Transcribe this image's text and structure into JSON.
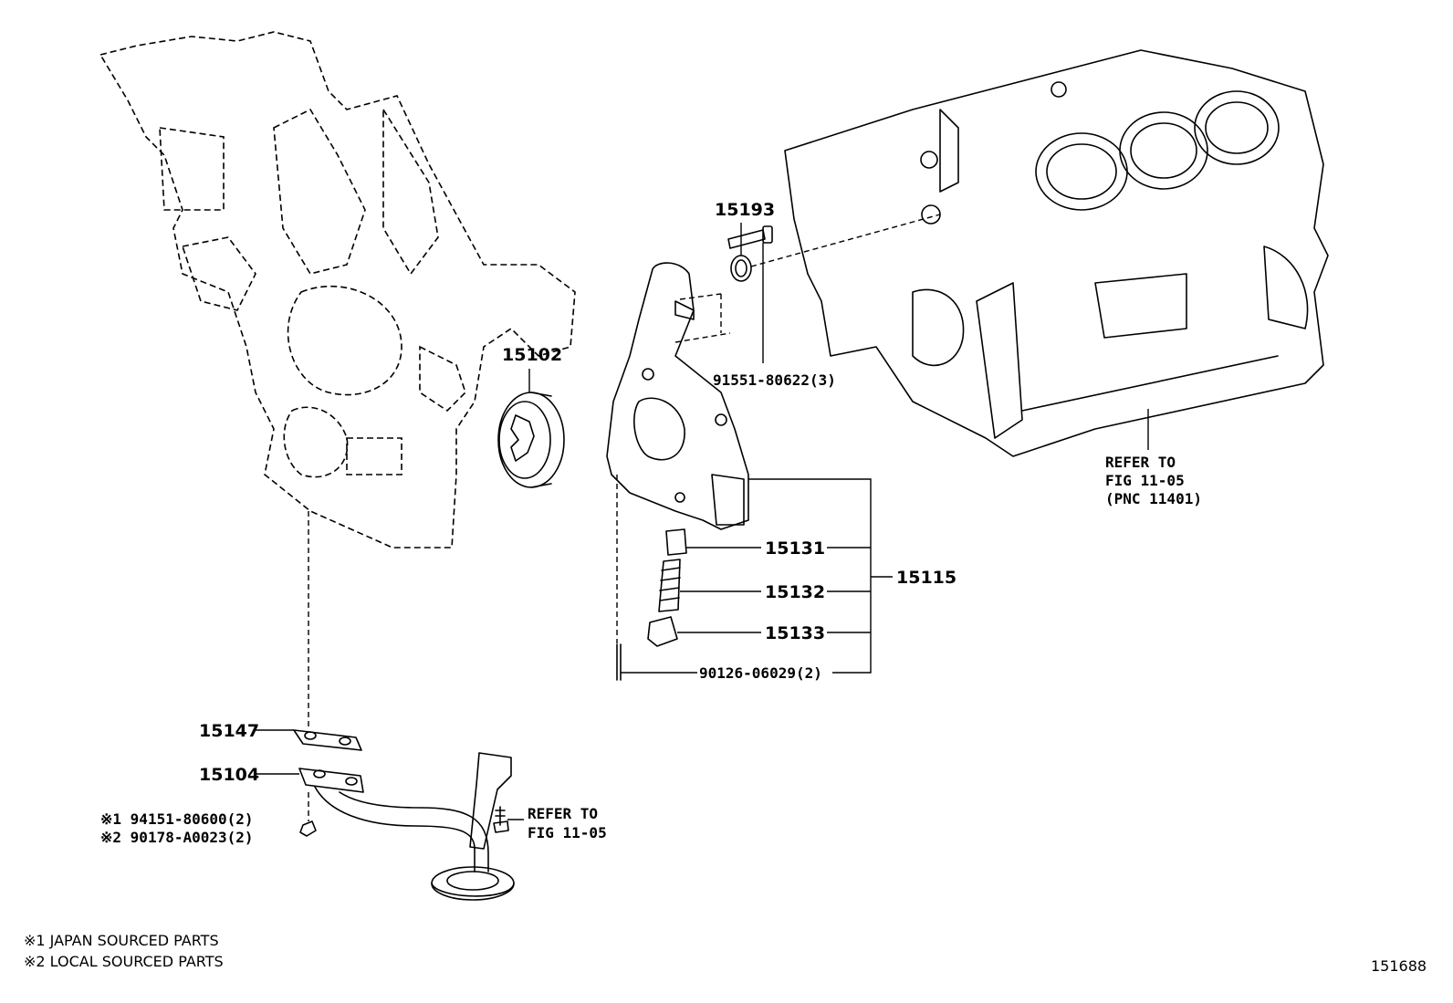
{
  "callouts": {
    "c15193": "15193",
    "c15102": "15102",
    "c91551": "91551-80622(3)",
    "c15131": "15131",
    "c15132": "15132",
    "c15133": "15133",
    "c15115": "15115",
    "c90126": "90126-06029(2)",
    "c15147": "15147",
    "c15104": "15104",
    "c94151": "※1 94151-80600(2)",
    "c90178": "※2 90178-A0023(2)"
  },
  "references": {
    "block_ref": [
      "REFER TO",
      "FIG 11-05",
      "(PNC 11401)"
    ],
    "bracket_ref": [
      "REFER TO",
      "FIG 11-05"
    ]
  },
  "legend": {
    "note1": "※1 JAPAN SOURCED PARTS",
    "note2": "※2 LOCAL SOURCED PARTS"
  },
  "figure_number": "151688"
}
